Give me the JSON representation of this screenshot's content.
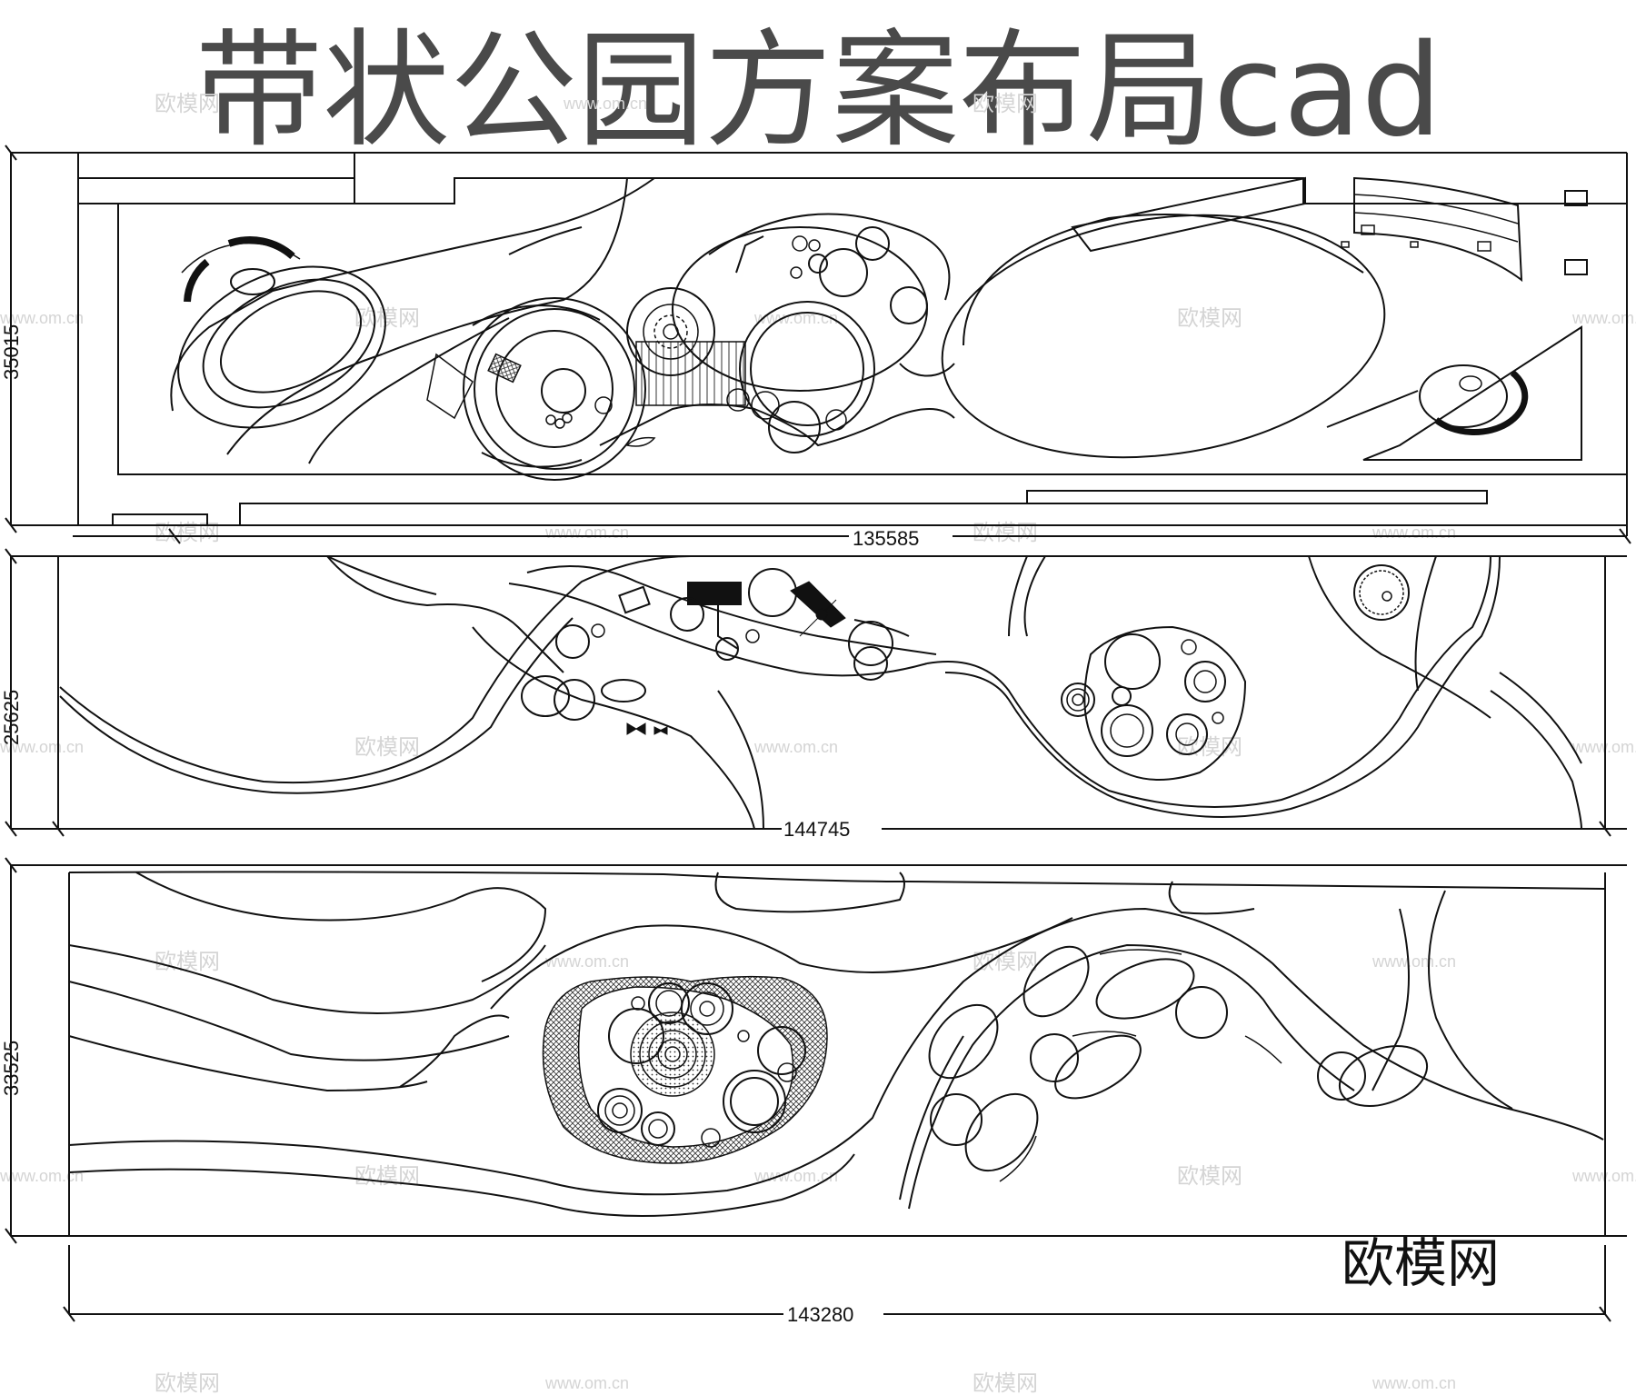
{
  "title": "带状公园方案布局cad",
  "watermark": {
    "brand": "欧模网",
    "url": "www.om.cn"
  },
  "panels": [
    {
      "id": "panel-1",
      "height_dim": "35015",
      "width_dim": "135585"
    },
    {
      "id": "panel-2",
      "height_dim": "25625",
      "width_dim": "144745"
    },
    {
      "id": "panel-3",
      "height_dim": "33525",
      "width_dim": "143280"
    }
  ],
  "colors": {
    "line": "#111111",
    "watermark": "#d4d4d4",
    "background": "#ffffff"
  }
}
